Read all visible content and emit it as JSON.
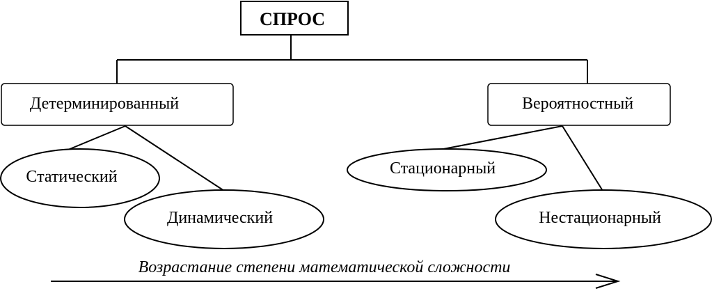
{
  "diagram": {
    "root": {
      "label": "СПРОС"
    },
    "branches": [
      {
        "label": "Детерминированный",
        "children": [
          {
            "label": "Статический"
          },
          {
            "label": "Динамический"
          }
        ]
      },
      {
        "label": "Вероятностный",
        "children": [
          {
            "label": "Стационарный"
          },
          {
            "label": "Нестационарный"
          }
        ]
      }
    ],
    "caption": "Возрастание степени математической сложности"
  },
  "colors": {
    "stroke": "#000000",
    "text": "#000000",
    "background": "#ffffff"
  }
}
